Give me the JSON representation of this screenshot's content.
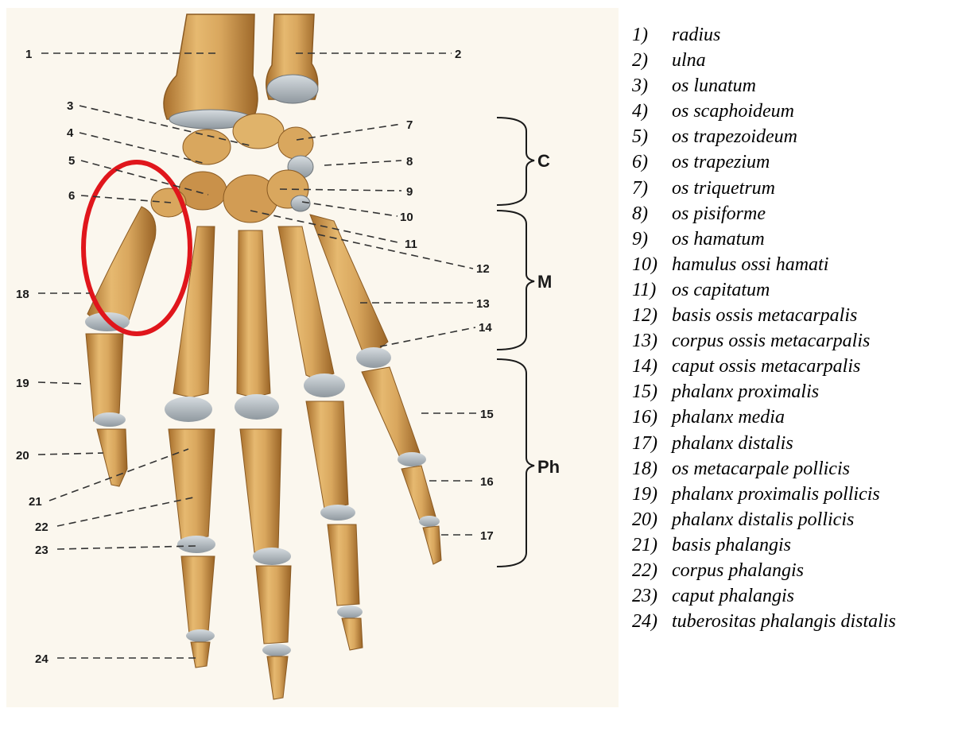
{
  "figure": {
    "callout_numbers": [
      "1",
      "2",
      "3",
      "4",
      "5",
      "6",
      "7",
      "8",
      "9",
      "10",
      "11",
      "12",
      "13",
      "14",
      "15",
      "16",
      "17",
      "18",
      "19",
      "20",
      "21",
      "22",
      "23",
      "24"
    ],
    "groups": [
      {
        "label": "C"
      },
      {
        "label": "M"
      },
      {
        "label": "Ph"
      }
    ],
    "colors": {
      "bone": "#d9a75e",
      "bone_dark": "#a86f2c",
      "bone_light": "#f1d08e",
      "cartilage": "#b8bfc4",
      "highlight_circle": "#e0161c",
      "leader_line": "#333333"
    }
  },
  "legend": [
    {
      "num": "1)",
      "text": "radius"
    },
    {
      "num": "2)",
      "text": "ulna"
    },
    {
      "num": "3)",
      "text": "os lunatum"
    },
    {
      "num": "4)",
      "text": "os scaphoideum"
    },
    {
      "num": "5)",
      "text": "os trapezoideum"
    },
    {
      "num": "6)",
      "text": "os trapezium"
    },
    {
      "num": "7)",
      "text": "os triquetrum"
    },
    {
      "num": "8)",
      "text": "os pisiforme"
    },
    {
      "num": "9)",
      "text": "os hamatum"
    },
    {
      "num": "10)",
      "text": "hamulus ossi hamati"
    },
    {
      "num": "11)",
      "text": "os capitatum"
    },
    {
      "num": "12)",
      "text": "basis ossis metacarpalis"
    },
    {
      "num": "13)",
      "text": "corpus ossis metacarpalis"
    },
    {
      "num": "14)",
      "text": "caput ossis metacarpalis"
    },
    {
      "num": "15)",
      "text": "phalanx proximalis"
    },
    {
      "num": "16)",
      "text": "phalanx media"
    },
    {
      "num": "17)",
      "text": "phalanx distalis"
    },
    {
      "num": "18)",
      "text": "os metacarpale pollicis"
    },
    {
      "num": "19)",
      "text": "phalanx proximalis pollicis"
    },
    {
      "num": "20)",
      "text": "phalanx distalis pollicis"
    },
    {
      "num": "21)",
      "text": "basis phalangis"
    },
    {
      "num": "22)",
      "text": "corpus phalangis"
    },
    {
      "num": "23)",
      "text": "caput phalangis"
    },
    {
      "num": "24)",
      "text": "tuberositas phalangis distalis"
    }
  ]
}
